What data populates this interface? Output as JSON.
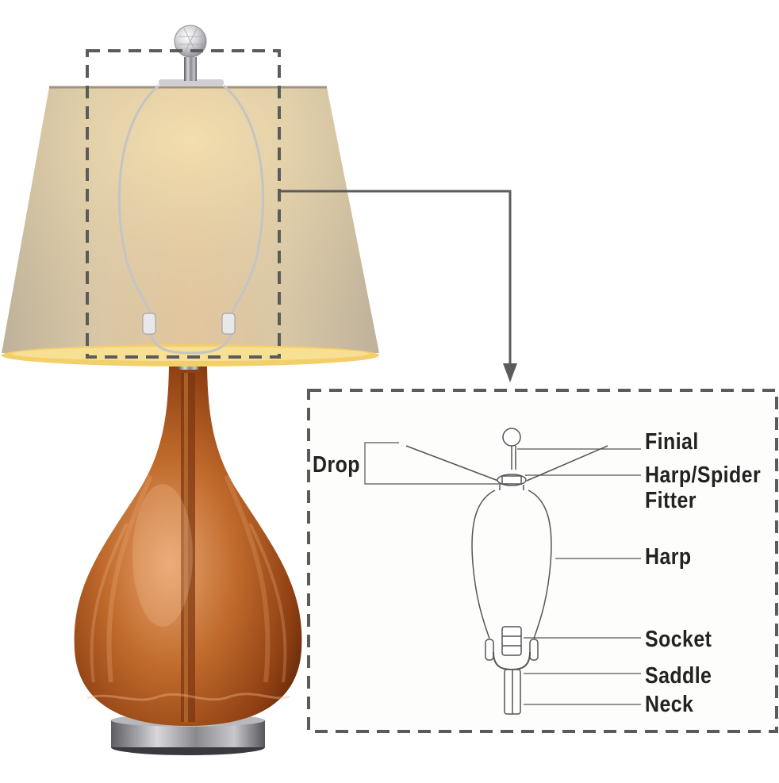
{
  "diagram": {
    "labels": {
      "drop": "Drop",
      "finial": "Finial",
      "harp_spider_fitter_line1": "Harp/Spider",
      "harp_spider_fitter_line2": "Fitter",
      "harp": "Harp",
      "socket": "Socket",
      "saddle": "Saddle",
      "neck": "Neck"
    }
  },
  "colors": {
    "background": "#ffffff",
    "callout_border": "#5b5b5b",
    "shade_fabric": "#d8c9ae",
    "shade_inner_glow": "#f0d070",
    "glass_body": "#b0581e",
    "base_metal": "#8a8a8e",
    "harp_wire": "#bdbdbd",
    "label_text": "#222222"
  }
}
